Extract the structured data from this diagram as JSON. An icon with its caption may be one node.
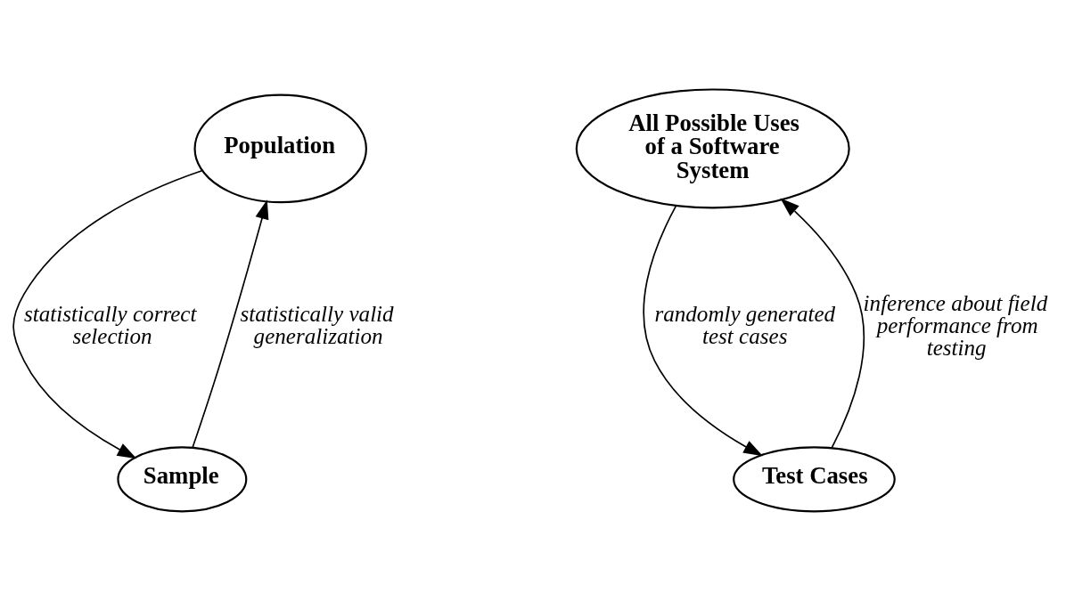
{
  "diagram": {
    "nodes": [
      {
        "text": [
          "Population"
        ]
      },
      {
        "text": [
          "Sample"
        ]
      },
      {
        "text": [
          "All Possible Uses of a Software System"
        ]
      },
      {
        "text": [
          "Test Cases"
        ]
      }
    ],
    "edges": [
      {
        "from": 0,
        "to": 1,
        "arrow": "to",
        "label": "statistically correct selection"
      },
      {
        "from": 1,
        "to": 0,
        "arrow": "to",
        "label": "statistically valid generalization"
      },
      {
        "from": 2,
        "to": 3,
        "arrow": "to",
        "label": "randomly generated test cases"
      },
      {
        "from": 3,
        "to": 2,
        "arrow": "to",
        "label": "inference about field performance from testing"
      }
    ]
  }
}
